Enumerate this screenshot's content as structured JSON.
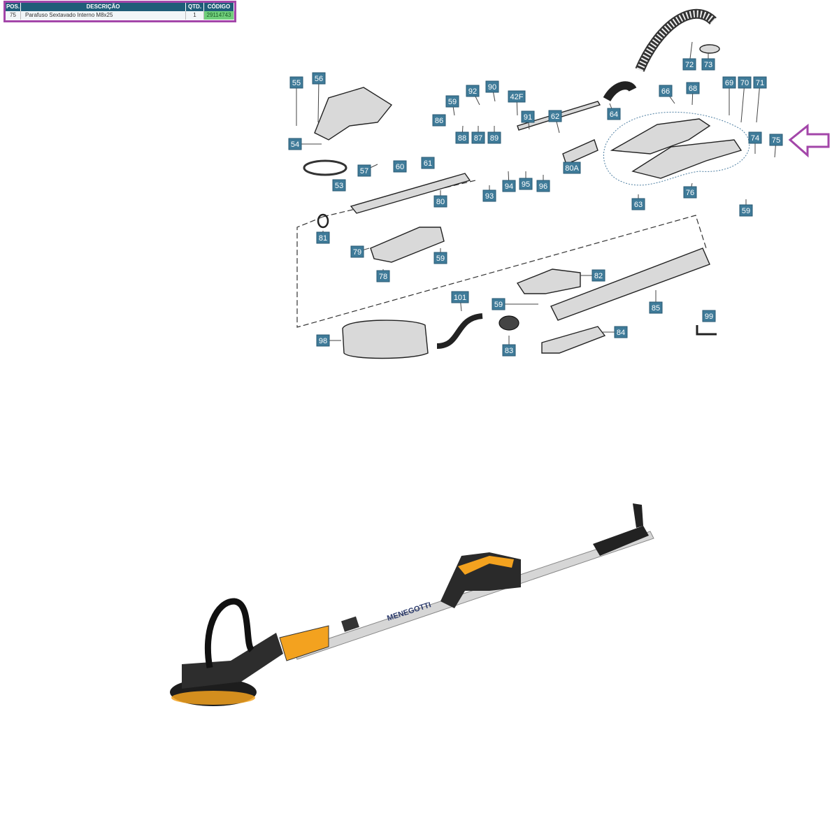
{
  "table": {
    "headers": [
      "POS.",
      "DESCRIÇÃO",
      "QTD.",
      "CÓDIGO"
    ],
    "row": {
      "pos": "75",
      "description": "Parafuso Sextavado Interno M8x25",
      "qty": "1",
      "code": "29114743"
    }
  },
  "diagram": {
    "callouts": [
      "55",
      "56",
      "54",
      "53",
      "57",
      "60",
      "61",
      "59",
      "92",
      "90",
      "42F",
      "86",
      "88",
      "87",
      "89",
      "91",
      "62",
      "93",
      "94",
      "95",
      "96",
      "80A",
      "80",
      "81",
      "79",
      "78",
      "59",
      "82",
      "85",
      "101",
      "59",
      "98",
      "83",
      "84",
      "99",
      "72",
      "73",
      "64",
      "66",
      "68",
      "69",
      "70",
      "71",
      "74",
      "75",
      "76",
      "63",
      "59"
    ],
    "highlight_arrow_color": "#a346a9"
  },
  "product": {
    "brand": "MENEGOTTI"
  }
}
